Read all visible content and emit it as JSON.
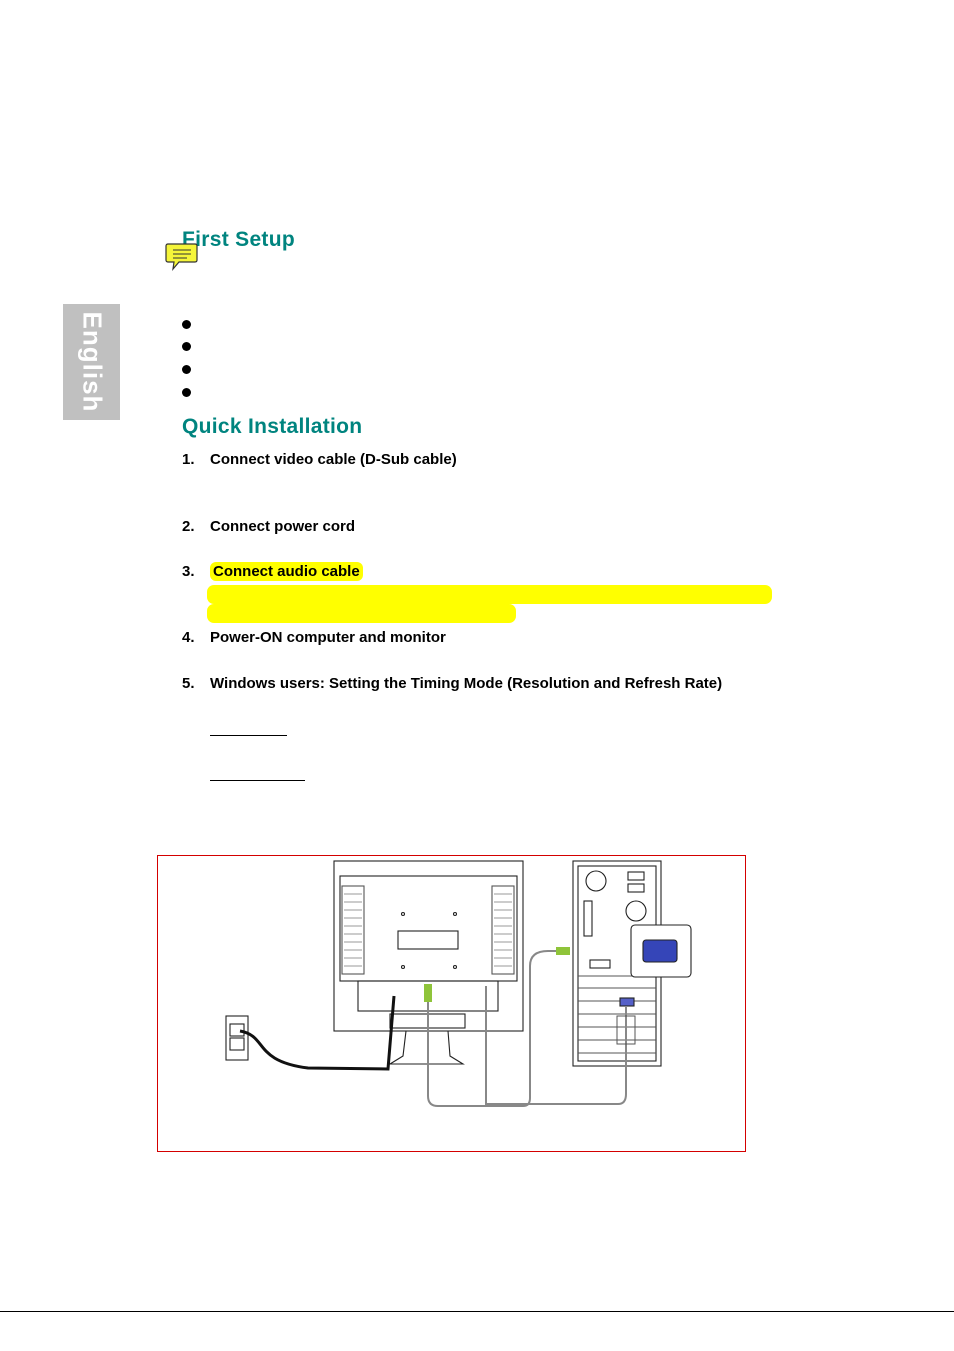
{
  "sidebar": {
    "language_tab": "English"
  },
  "first_setup": {
    "heading": "First Setup",
    "bullets": [
      "",
      "",
      "",
      ""
    ]
  },
  "quick_installation": {
    "heading": "Quick Installation",
    "steps": [
      {
        "number": "1.",
        "label": "Connect video cable (D-Sub cable)"
      },
      {
        "number": "2.",
        "label": "Connect power cord"
      },
      {
        "number": "3.",
        "label": "Connect audio cable"
      },
      {
        "number": "4.",
        "label": "Power-ON computer and monitor"
      },
      {
        "number": "5.",
        "label": "Windows users: Setting the Timing Mode (Resolution and Refresh Rate)"
      }
    ]
  },
  "colors": {
    "heading": "#00847f",
    "highlight": "#ffff00",
    "side_tab": "#c0c0c0",
    "diagram_border": "#d40000"
  },
  "icons": [
    "note-speech-icon"
  ]
}
